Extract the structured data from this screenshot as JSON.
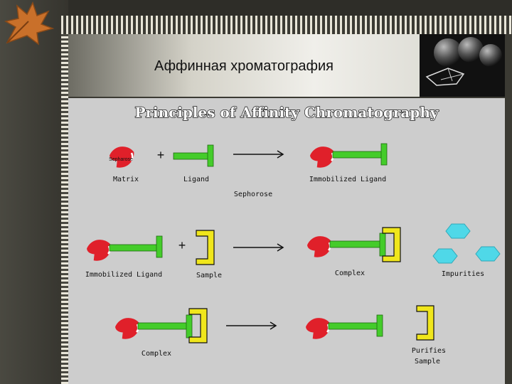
{
  "slide": {
    "title": "Аффинная хроматография"
  },
  "diagram": {
    "title": "Principles of Affinity Chromatography",
    "row1": {
      "matrix_bead_text": "Sepharose",
      "plus": "+",
      "matrix_label": "Matrix",
      "ligand_label": "Ligand",
      "result_label": "Immobilized Ligand",
      "sub_label": "Sephorose"
    },
    "row2": {
      "plus": "+",
      "left_label": "Immobilized Ligand",
      "sample_label": "Sample",
      "result_label": "Complex",
      "impurities_label": "Impurities"
    },
    "row3": {
      "left_label": "Complex",
      "purified_line1": "Purifies",
      "purified_line2": "Sample"
    }
  },
  "colors": {
    "matrix": "#e0202a",
    "ligand": "#44cc2a",
    "sample": "#f0e61c",
    "impurity": "#4fd8e8",
    "background": "#cdcdcd"
  }
}
